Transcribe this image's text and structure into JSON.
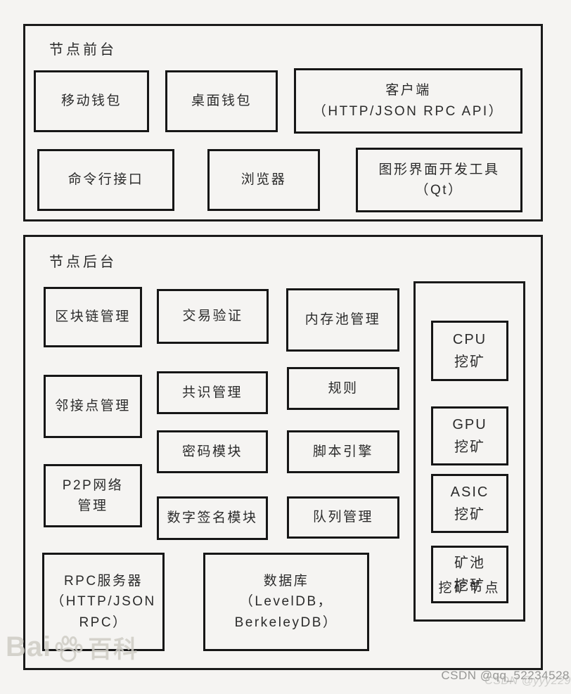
{
  "colors": {
    "background": "#f5f4f2",
    "line": "#1a1a1a",
    "text": "#2b2b2b",
    "baidu_watermark": "#cfcdc5",
    "csdn_watermark": "#979795"
  },
  "frontend": {
    "title": "节点前台",
    "boxes": {
      "mobile_wallet": {
        "lines": [
          "移动钱包"
        ]
      },
      "desktop_wallet": {
        "lines": [
          "桌面钱包"
        ]
      },
      "client": {
        "lines": [
          "客户端",
          "（HTTP/JSON RPC API）"
        ]
      },
      "cli": {
        "lines": [
          "命令行接口"
        ]
      },
      "browser": {
        "lines": [
          "浏览器"
        ]
      },
      "gui_tool": {
        "lines": [
          "图形界面开发工具",
          "（Qt）"
        ]
      }
    }
  },
  "backend": {
    "title": "节点后台",
    "boxes": {
      "blockchain": {
        "lines": [
          "区块链管理"
        ]
      },
      "tx_verify": {
        "lines": [
          "交易验证"
        ]
      },
      "mempool": {
        "lines": [
          "内存池管理"
        ]
      },
      "neighbor": {
        "lines": [
          "邻接点管理"
        ]
      },
      "consensus": {
        "lines": [
          "共识管理"
        ]
      },
      "rules": {
        "lines": [
          "规则"
        ]
      },
      "crypto": {
        "lines": [
          "密码模块"
        ]
      },
      "script_engine": {
        "lines": [
          "脚本引擎"
        ]
      },
      "p2p": {
        "lines": [
          "P2P网络",
          "管理"
        ]
      },
      "digital_sig": {
        "lines": [
          "数字签名模块"
        ]
      },
      "queue": {
        "lines": [
          "队列管理"
        ]
      },
      "rpc_server": {
        "lines": [
          "RPC服务器",
          "（HTTP/JSON",
          "RPC）"
        ]
      },
      "database": {
        "lines": [
          "数据库",
          "（LevelDB，",
          "BerkeleyDB）"
        ]
      }
    },
    "mining": {
      "title": "挖矿节点",
      "boxes": {
        "cpu": {
          "lines": [
            "CPU",
            "挖矿"
          ]
        },
        "gpu": {
          "lines": [
            "GPU",
            "挖矿"
          ]
        },
        "asic": {
          "lines": [
            "ASIC",
            "挖矿"
          ]
        },
        "pool": {
          "lines": [
            "矿池",
            "挖矿"
          ]
        }
      }
    }
  },
  "watermarks": {
    "baidu_prefix": "Bai",
    "baidu_suffix": "百科",
    "csdn_main": "CSDN @qq_52234528",
    "csdn_ghost": "CSDN @yyy229"
  }
}
